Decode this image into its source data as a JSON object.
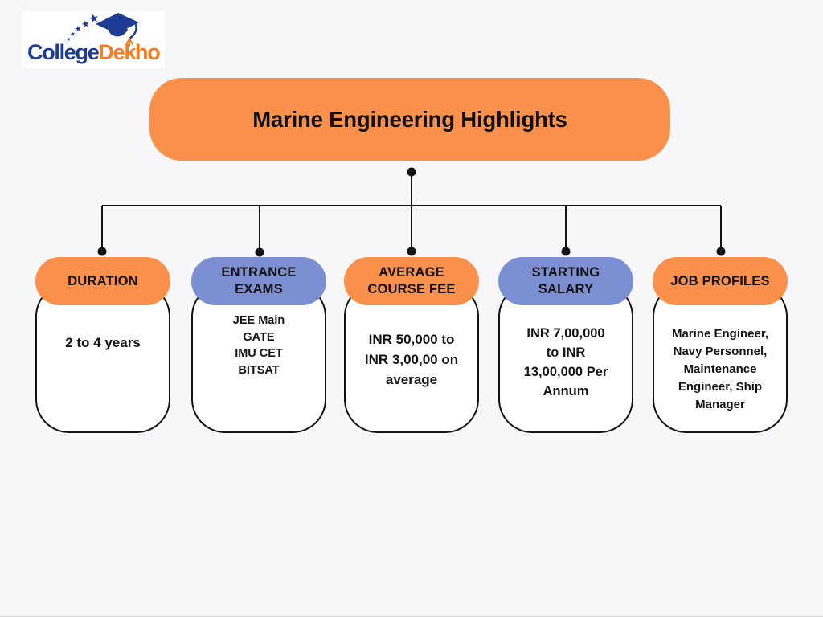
{
  "logo": {
    "college": "College",
    "dekho": "Dekho"
  },
  "title": {
    "text": "Marine Engineering Highlights"
  },
  "cards": [
    {
      "id": "duration",
      "header": "DURATION",
      "body": "2 to 4 years",
      "header_bg": "#F9914C"
    },
    {
      "id": "entrance-exams",
      "header": "ENTRANCE\nEXAMS",
      "body": "JEE Main\nGATE\nIMU CET\nBITSAT",
      "header_bg": "#7D8FD3"
    },
    {
      "id": "average-course-fee",
      "header": "AVERAGE\nCOURSE FEE",
      "body": "INR 50,000 to\nINR 3,00,00 on\naverage",
      "header_bg": "#F9914C"
    },
    {
      "id": "starting-salary",
      "header": "STARTING\nSALARY",
      "body": "INR 7,00,000\nto INR\n13,00,000 Per\nAnnum",
      "header_bg": "#7D8FD3"
    },
    {
      "id": "job-profiles",
      "header": "JOB PROFILES",
      "body": "Marine Engineer,\nNavy Personnel,\nMaintenance\nEngineer, Ship\nManager",
      "header_bg": "#F9914C"
    }
  ],
  "colors": {
    "orange": "#F9914C",
    "blue": "#7D8FD3",
    "navy": "#1E3C91",
    "logo_orange": "#F57C1F",
    "background": "#F7F7F9",
    "line": "#131313",
    "card_body_bg": "#FFFFFF"
  }
}
